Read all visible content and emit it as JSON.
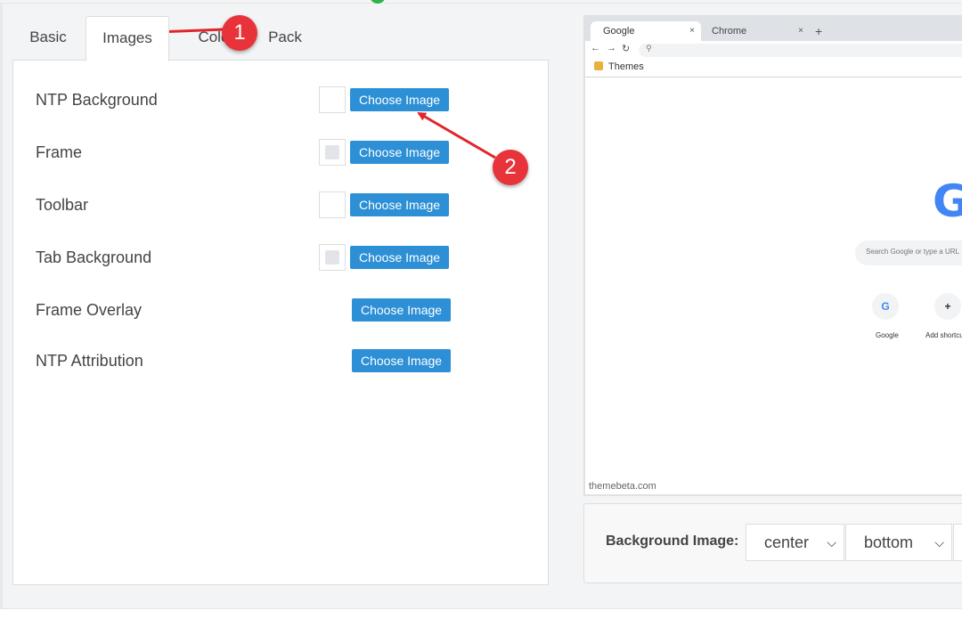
{
  "tabs": [
    {
      "label": "Basic",
      "active": false
    },
    {
      "label": "Images",
      "active": true
    },
    {
      "label": "Colors",
      "active": false
    },
    {
      "label": "Pack",
      "active": false
    }
  ],
  "images": {
    "rows": [
      {
        "label": "NTP Background",
        "button": "Choose Image",
        "swatch": "white"
      },
      {
        "label": "Frame",
        "button": "Choose Image",
        "swatch": "gray"
      },
      {
        "label": "Toolbar",
        "button": "Choose Image",
        "swatch": "white"
      },
      {
        "label": "Tab Background",
        "button": "Choose Image",
        "swatch": "gray"
      },
      {
        "label": "Frame Overlay",
        "button": "Choose Image",
        "swatch": "none"
      },
      {
        "label": "NTP Attribution",
        "button": "Choose Image",
        "swatch": "none"
      }
    ]
  },
  "preview": {
    "tabs": [
      {
        "label": "Google",
        "close": "×"
      },
      {
        "label": "Chrome",
        "close": "×"
      }
    ],
    "new_tab": "+",
    "bookmark": "Themes",
    "search_placeholder": "Search Google or type a URL",
    "shortcuts": [
      {
        "label": "Google",
        "glyph": "G"
      },
      {
        "label": "Add shortcut",
        "glyph": "+"
      }
    ],
    "watermark": "themebeta.com"
  },
  "background_image": {
    "label": "Background Image:",
    "horizontal": "center",
    "vertical": "bottom"
  },
  "annotations": [
    "1",
    "2"
  ],
  "colors": {
    "button": "#2d8fd5",
    "badge": "#e8333a",
    "arrow": "#e0262c",
    "top_dot": "#2db44a"
  }
}
